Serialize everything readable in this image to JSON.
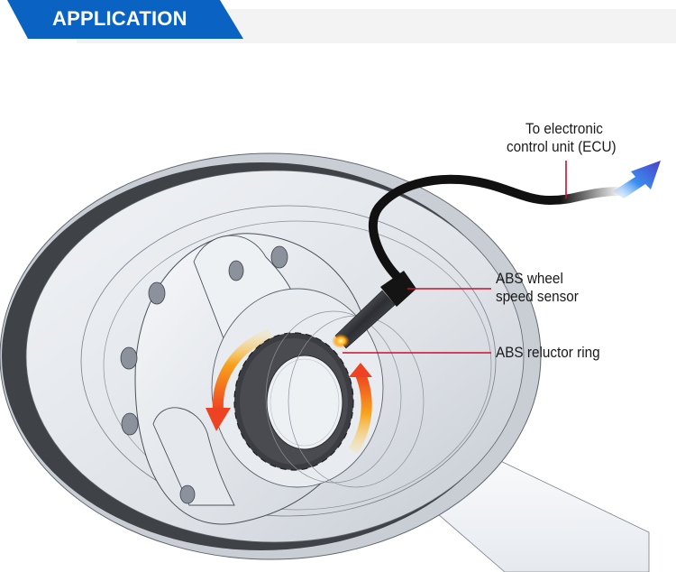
{
  "header": {
    "title": "APPLICATION"
  },
  "colors": {
    "brand_blue": "#0a63c2",
    "strip_gray": "#f3f3f4",
    "leader_red": "#c8102e",
    "arrow_orange": "#f26522",
    "arrow_yellow": "#f7b21b",
    "ecu_arrow_blue": "#3a57d6",
    "ring_dark": "#3c3d42",
    "metal_light": "#dfe3e8"
  },
  "diagram": {
    "labels": {
      "ecu_line1": "To electronic",
      "ecu_line2": "control unit (ECU)",
      "sensor_line1": "ABS wheel",
      "sensor_line2": "speed sensor",
      "reluctor": "ABS reluctor ring"
    },
    "icons": {
      "ecu_arrow": "arrow-up-right-icon",
      "rotation_arrows": "rotation-arrows-icon"
    }
  }
}
